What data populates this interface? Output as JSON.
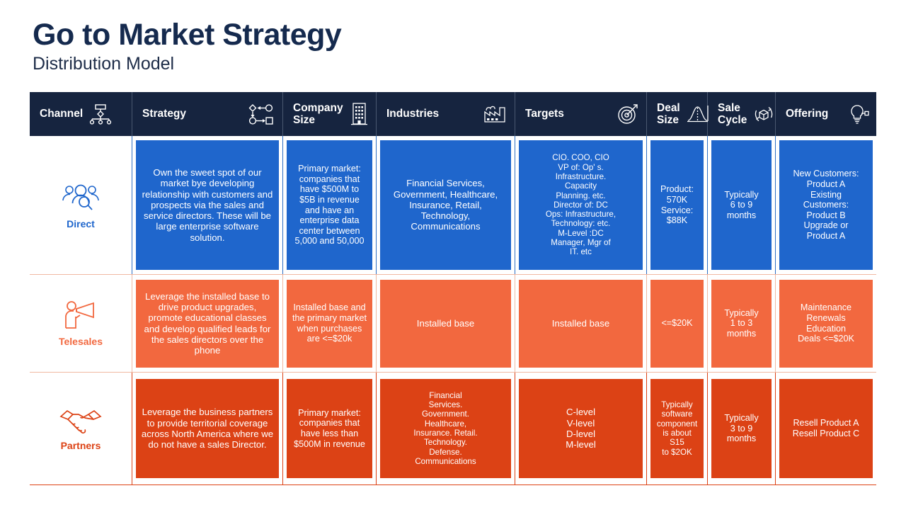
{
  "header": {
    "title": "Go to Market Strategy",
    "subtitle": "Distribution Model"
  },
  "colors": {
    "header_bg": "#16243f",
    "title": "#152a4e",
    "row1": "#1f66cc",
    "row2": "#f2683f",
    "row3": "#dc4215"
  },
  "columns": [
    {
      "label": "Channel",
      "icon": "org-chart-icon"
    },
    {
      "label": "Strategy",
      "icon": "flow-diagram-icon"
    },
    {
      "label": "Company\nSize",
      "icon": "building-icon"
    },
    {
      "label": "Industries",
      "icon": "factory-icon"
    },
    {
      "label": "Targets",
      "icon": "target-icon"
    },
    {
      "label": "Deal\nSize",
      "icon": "bell-curve-icon"
    },
    {
      "label": "Sale\nCycle",
      "icon": "box-cycle-icon"
    },
    {
      "label": "Offering",
      "icon": "lightbulb-plug-icon"
    }
  ],
  "rows": [
    {
      "channel": "Direct",
      "channel_icon": "people-search-icon",
      "strategy": "Own the sweet spot of our market bye developing relationship with customers and prospects via the sales and service directors. These will be large enterprise software solution.",
      "company_size": "Primary market: companies that have $500M to $5B in revenue and have an enterprise data center between 5,000 and 50,000",
      "industries": "Financial Services, Government, Healthcare, Insurance, Retail, Technology, Communications",
      "targets": "CIO. COO, CIO\nVP of: Op' s.\nInfrastructure.\nCapacity\nPlanning. etc.\nDirector of: DC\nOps: Infrastructure,\nTechnology: etc.\nM-Level :DC\nManager, Mgr of\nIT. etc",
      "deal_size": "Product:\n570K\nService:\n$88K",
      "sale_cycle": "Typically\n6 to 9\nmonths",
      "offering": "New Customers:\nProduct A\nExisting\nCustomers:\nProduct B\nUpgrade or\nProduct A"
    },
    {
      "channel": "Telesales",
      "channel_icon": "megaphone-person-icon",
      "strategy": "Leverage the installed base to drive product upgrades, promote educational classes and develop qualified leads for the sales directors over the phone",
      "company_size": "Installed base and the primary market when purchases are <=$20k",
      "industries": "Installed base",
      "targets": "Installed base",
      "deal_size": "<=$20K",
      "sale_cycle": "Typically\n1 to 3\nmonths",
      "offering": "Maintenance\nRenewals\nEducation\nDeals <=$20K"
    },
    {
      "channel": "Partners",
      "channel_icon": "handshake-icon",
      "strategy": "Leverage the business partners to provide territorial coverage across North America where we do not have a sales Director.",
      "company_size": "Primary market: companies that have less than $500M in revenue",
      "industries": "Financial\nServices.\nGovernment.\nHealthcare,\nInsurance. Retail.\nTechnology.\nDefense.\nCommunications",
      "targets": "C-level\nV-level\nD-level\nM-level",
      "deal_size": "Typically\nsoftware\ncomponent\nis about\nS15\nto $2OK",
      "sale_cycle": "Typically\n3 to 9\nmonths",
      "offering": "Resell Product A\nResell Product C"
    }
  ]
}
